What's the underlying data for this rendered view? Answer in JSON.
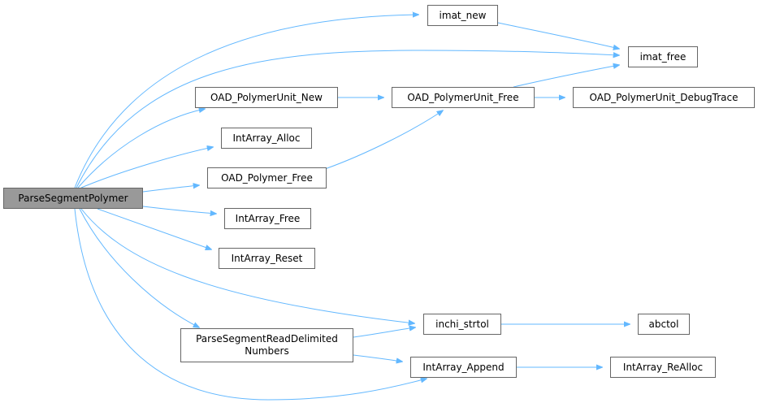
{
  "diagram": {
    "type": "call-graph",
    "colors": {
      "edge": "#63b8ff",
      "node_border": "#666666",
      "root_fill": "#999999",
      "node_fill": "#ffffff"
    },
    "nodes": {
      "parse_segment_polymer": "ParseSegmentPolymer",
      "imat_new": "imat_new",
      "imat_free": "imat_free",
      "oad_polymerunit_new": "OAD_PolymerUnit_New",
      "oad_polymerunit_free": "OAD_PolymerUnit_Free",
      "oad_polymerunit_debugtrace": "OAD_PolymerUnit_DebugTrace",
      "intarray_alloc": "IntArray_Alloc",
      "oad_polymer_free": "OAD_Polymer_Free",
      "intarray_free": "IntArray_Free",
      "intarray_reset": "IntArray_Reset",
      "inchi_strtol": "inchi_strtol",
      "abctol": "abctol",
      "parse_segment_read_delimited_numbers": "ParseSegmentReadDelimited\nNumbers",
      "intarray_append": "IntArray_Append",
      "intarray_realloc": "IntArray_ReAlloc"
    },
    "edges": [
      [
        "parse_segment_polymer",
        "imat_new"
      ],
      [
        "parse_segment_polymer",
        "imat_free"
      ],
      [
        "parse_segment_polymer",
        "oad_polymerunit_new"
      ],
      [
        "parse_segment_polymer",
        "intarray_alloc"
      ],
      [
        "parse_segment_polymer",
        "oad_polymer_free"
      ],
      [
        "parse_segment_polymer",
        "intarray_free"
      ],
      [
        "parse_segment_polymer",
        "intarray_reset"
      ],
      [
        "parse_segment_polymer",
        "inchi_strtol"
      ],
      [
        "parse_segment_polymer",
        "parse_segment_read_delimited_numbers"
      ],
      [
        "parse_segment_polymer",
        "intarray_append"
      ],
      [
        "imat_new",
        "imat_free"
      ],
      [
        "oad_polymerunit_new",
        "oad_polymerunit_free"
      ],
      [
        "oad_polymerunit_free",
        "imat_free"
      ],
      [
        "oad_polymerunit_free",
        "oad_polymerunit_debugtrace"
      ],
      [
        "oad_polymer_free",
        "oad_polymerunit_free"
      ],
      [
        "parse_segment_read_delimited_numbers",
        "inchi_strtol"
      ],
      [
        "parse_segment_read_delimited_numbers",
        "intarray_append"
      ],
      [
        "inchi_strtol",
        "abctol"
      ],
      [
        "intarray_append",
        "intarray_realloc"
      ]
    ]
  }
}
